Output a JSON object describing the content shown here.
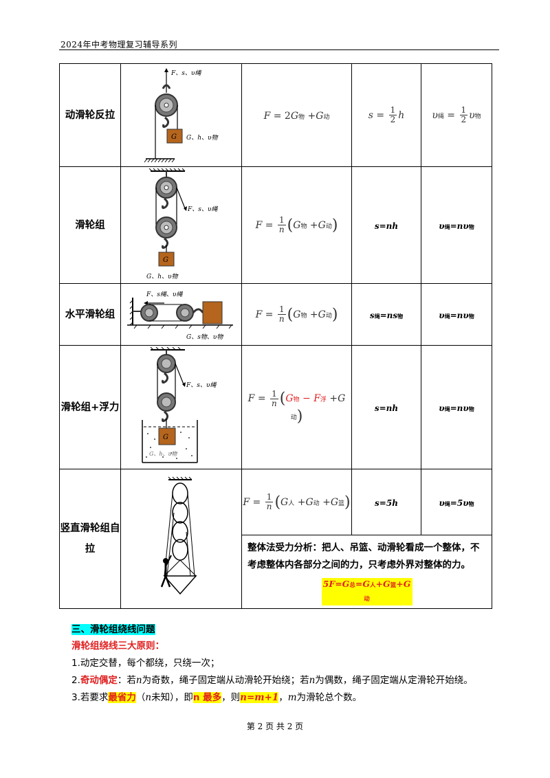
{
  "header": {
    "title": "2024年中考物理复习辅导系列"
  },
  "rows": [
    {
      "name": "动滑轮反拉",
      "fig_labels": {
        "top": "F、s、υ绳",
        "bottom": "G、h、υ物",
        "block": "G"
      },
      "formula": {
        "lhs": "F",
        "coef": "2",
        "g1": "G",
        "g1sub": "物",
        "g2": "G",
        "g2sub": "动"
      },
      "s": {
        "lhs": "s",
        "num": "1",
        "den": "2",
        "var": "h"
      },
      "v": {
        "lhs": "υ",
        "lsub": "绳",
        "num": "1",
        "den": "2",
        "rvar": "υ",
        "rsub": "物"
      }
    },
    {
      "name": "滑轮组",
      "fig_labels": {
        "side": "F、s、υ绳",
        "bottom": "G、h、υ物",
        "block": "G"
      },
      "formula": {
        "lhs": "F",
        "num": "1",
        "den": "n",
        "g1": "G",
        "g1sub": "物",
        "g2": "G",
        "g2sub": "动"
      },
      "s": "s=nh",
      "v": {
        "a": "υ",
        "asub": "绳",
        "b": "=nυ",
        "bsub": "物"
      }
    },
    {
      "name": "水平滑轮组",
      "fig_labels": {
        "top": "F、s绳、υ绳",
        "bottom": "G、s物、υ物"
      },
      "formula": {
        "lhs": "F",
        "num": "1",
        "den": "n",
        "g1": "G",
        "g1sub": "物",
        "g2": "G",
        "g2sub": "动"
      },
      "s": {
        "a": "s",
        "asub": "绳",
        "b": "=ns",
        "bsub": "物"
      },
      "v": {
        "a": "υ",
        "asub": "绳",
        "b": "=nυ",
        "bsub": "物"
      }
    },
    {
      "name": "滑轮组+浮力",
      "fig_labels": {
        "side": "F、s、υ绳",
        "bottom": "G、h、υ物",
        "block": "G"
      },
      "formula": {
        "lhs": "F",
        "num": "1",
        "den": "n",
        "g1": "G",
        "g1sub": "物",
        "minus": "−",
        "f": "F",
        "fsub": "浮",
        "g2": "G",
        "g2sub": "动"
      },
      "s": "s=nh",
      "v": {
        "a": "υ",
        "asub": "绳",
        "b": "=nυ",
        "bsub": "物"
      }
    },
    {
      "name": "竖直滑轮组自拉",
      "formula": {
        "lhs": "F",
        "num": "1",
        "den": "n",
        "g1": "G",
        "g1sub": "人",
        "g2": "G",
        "g2sub": "动",
        "g3": "G",
        "g3sub": "篮"
      },
      "s": "s=5h",
      "v": {
        "a": "υ",
        "asub": "绳",
        "b": "=5υ",
        "bsub": "物"
      },
      "analysis": "整体法受力分析：把人、吊篮、动滑轮看成一个整体，不考虑整体内各部分之间的力，只考虑外界对整体的力。",
      "key_eq": {
        "p1": "5F=G",
        "s1": "总",
        "p2": "=G",
        "s2": "人",
        "p3": "+G",
        "s3": "篮",
        "p4": "+G",
        "s4": "动"
      }
    }
  ],
  "section": {
    "title": "三、滑轮组绕线问题",
    "subtitle": "滑轮组绕线三大原则：",
    "item1": "1.动定交替，每个都绕，只绕一次；",
    "item2": {
      "prefix": "2.",
      "red": "奇动偶定",
      "t1": "：若",
      "n1": "n",
      "t2": "为奇数，绳子固定端从动滑轮开始绕；若",
      "n2": "n",
      "t3": "为偶数，绳子固定端从定滑轮开始绕。"
    },
    "item3": {
      "prefix": "3.若要求",
      "hl1": "最省力",
      "t1": "（",
      "n1": "n",
      "t2": "未知），即",
      "hl2": "n 最多",
      "t3": "，则",
      "hl3": "n=m+1",
      "t4": "，",
      "m": "m",
      "t5": "为滑轮总个数。"
    }
  },
  "footer": {
    "text": "第 2 页 共 2 页"
  }
}
